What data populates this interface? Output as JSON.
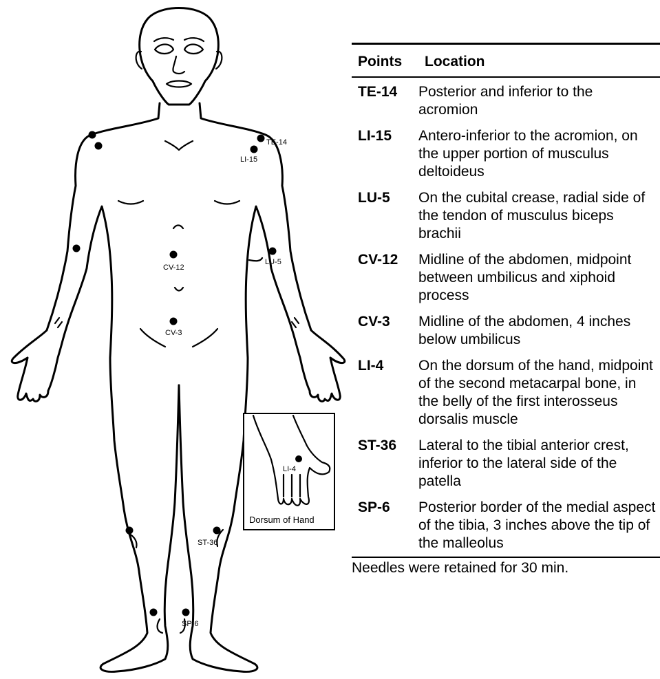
{
  "table": {
    "header": {
      "col1": "Points",
      "col2": "Location"
    },
    "rows": [
      {
        "code": "TE-14",
        "location": "Posterior and inferior to the acromion"
      },
      {
        "code": "LI-15",
        "location": "Antero-inferior to the acromion, on the upper portion of musculus deltoideus"
      },
      {
        "code": "LU-5",
        "location": "On the cubital crease, radial side of the tendon of musculus biceps brachii"
      },
      {
        "code": "CV-12",
        "location": "Midline of the abdomen, midpoint between umbilicus and xiphoid process"
      },
      {
        "code": "CV-3",
        "location": "Midline of the abdomen, 4 inches below umbilicus"
      },
      {
        "code": "LI-4",
        "location": "On the dorsum of the hand, midpoint of the second metacarpal bone, in the belly of the first interosseus dorsalis muscle"
      },
      {
        "code": "ST-36",
        "location": "Lateral to the tibial anterior crest, inferior to the lateral side of the patella"
      },
      {
        "code": "SP-6",
        "location": "Posterior border of the medial aspect of the tibia, 3 inches above the tip of the malleolus"
      }
    ],
    "footnote": "Needles were retained for 30 min."
  },
  "figure": {
    "labels": {
      "te14": "TE-14",
      "li15": "LI-15",
      "lu5": "LU-5",
      "cv12": "CV-12",
      "cv3": "CV-3",
      "li4": "LI-4",
      "st36": "ST-36",
      "sp6": "SP-6"
    },
    "inset_caption": "Dorsum of Hand"
  }
}
